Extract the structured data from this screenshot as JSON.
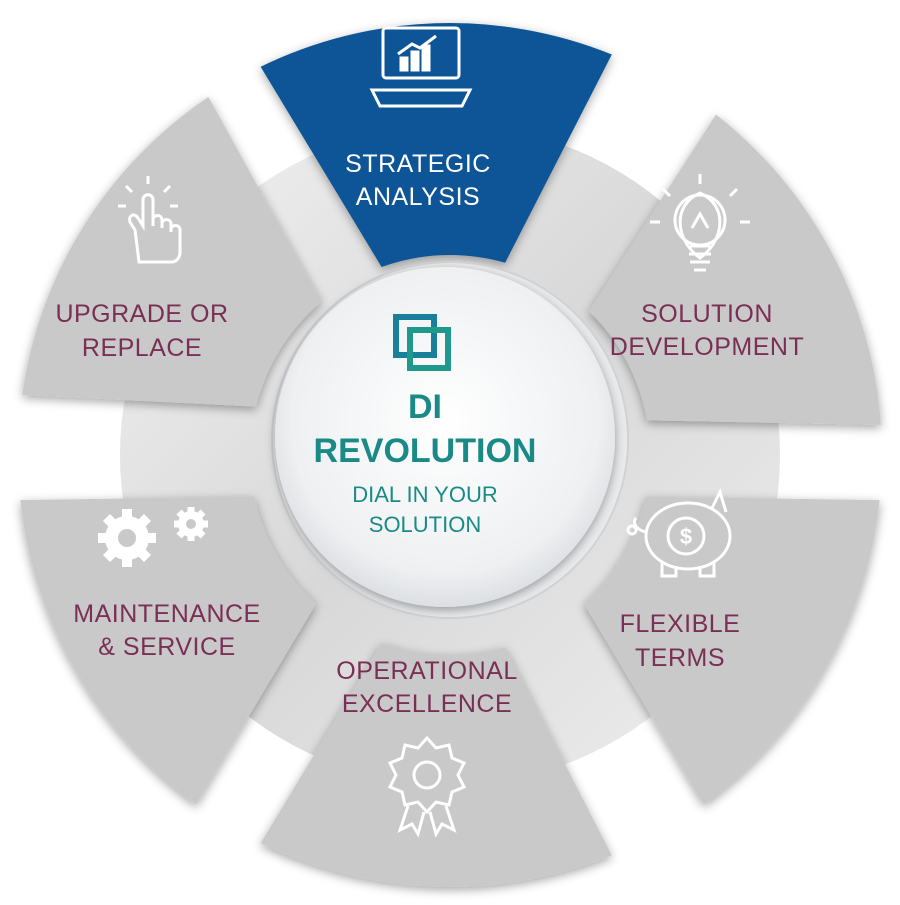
{
  "hub": {
    "title_line1": "DI",
    "title_line2": "REVOLUTION",
    "subtitle_line1": "DIAL IN YOUR",
    "subtitle_line2": "SOLUTION",
    "title_color": "#1a8a86",
    "subtitle_color": "#1a8a86",
    "logo_colors": [
      "#1a7f9a",
      "#1e9a8c"
    ]
  },
  "segments": [
    {
      "id": "strategic-analysis",
      "line1": "STRATEGIC",
      "line2": "ANALYSIS",
      "icon": "laptop-chart-icon",
      "active": true
    },
    {
      "id": "solution-development",
      "line1": "SOLUTION",
      "line2": "DEVELOPMENT",
      "icon": "lightbulb-icon",
      "active": false
    },
    {
      "id": "flexible-terms",
      "line1": "FLEXIBLE",
      "line2": "TERMS",
      "icon": "piggy-bank-icon",
      "active": false
    },
    {
      "id": "operational-excellence",
      "line1": "OPERATIONAL",
      "line2": "EXCELLENCE",
      "icon": "award-badge-icon",
      "active": false
    },
    {
      "id": "maintenance-service",
      "line1": "MAINTENANCE",
      "line2": "& SERVICE",
      "icon": "gears-icon",
      "active": false
    },
    {
      "id": "upgrade-replace",
      "line1": "UPGRADE OR",
      "line2": "REPLACE",
      "icon": "hand-pointer-icon",
      "active": false
    }
  ],
  "colors": {
    "active_fill": "#0f5597",
    "segment_fill": "#c9c9c9",
    "segment_text": "#7a2f55",
    "active_text": "#ffffff",
    "icon_color": "#ffffff",
    "connector_fill": "#e3e3e3"
  }
}
